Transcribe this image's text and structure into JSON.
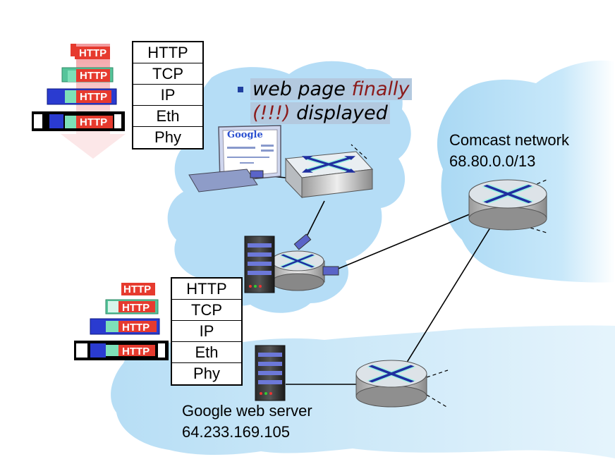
{
  "top_stack": {
    "layers": [
      "HTTP",
      "TCP",
      "IP",
      "Eth",
      "Phy"
    ]
  },
  "bottom_stack": {
    "layers": [
      "HTTP",
      "TCP",
      "IP",
      "Eth",
      "Phy"
    ]
  },
  "packet_label": "HTTP",
  "bullet": {
    "part1": "web page ",
    "part2": "finally",
    "part3": "(!!!)",
    "part4": " displayed"
  },
  "comcast": {
    "name": "Comcast network",
    "subnet": "68.80.0.0/13"
  },
  "google": {
    "name": "Google web server",
    "ip": "64.233.169.105"
  },
  "laptop_screen": {
    "logo": "Google"
  },
  "colors": {
    "cloud": "#bfe3f8",
    "http_red": "#e63a2e",
    "tcp_green": "#55c49a",
    "ip_blue": "#2a3bd0",
    "eth_black": "#000000",
    "arrow_pink": "#f5b8bc"
  }
}
